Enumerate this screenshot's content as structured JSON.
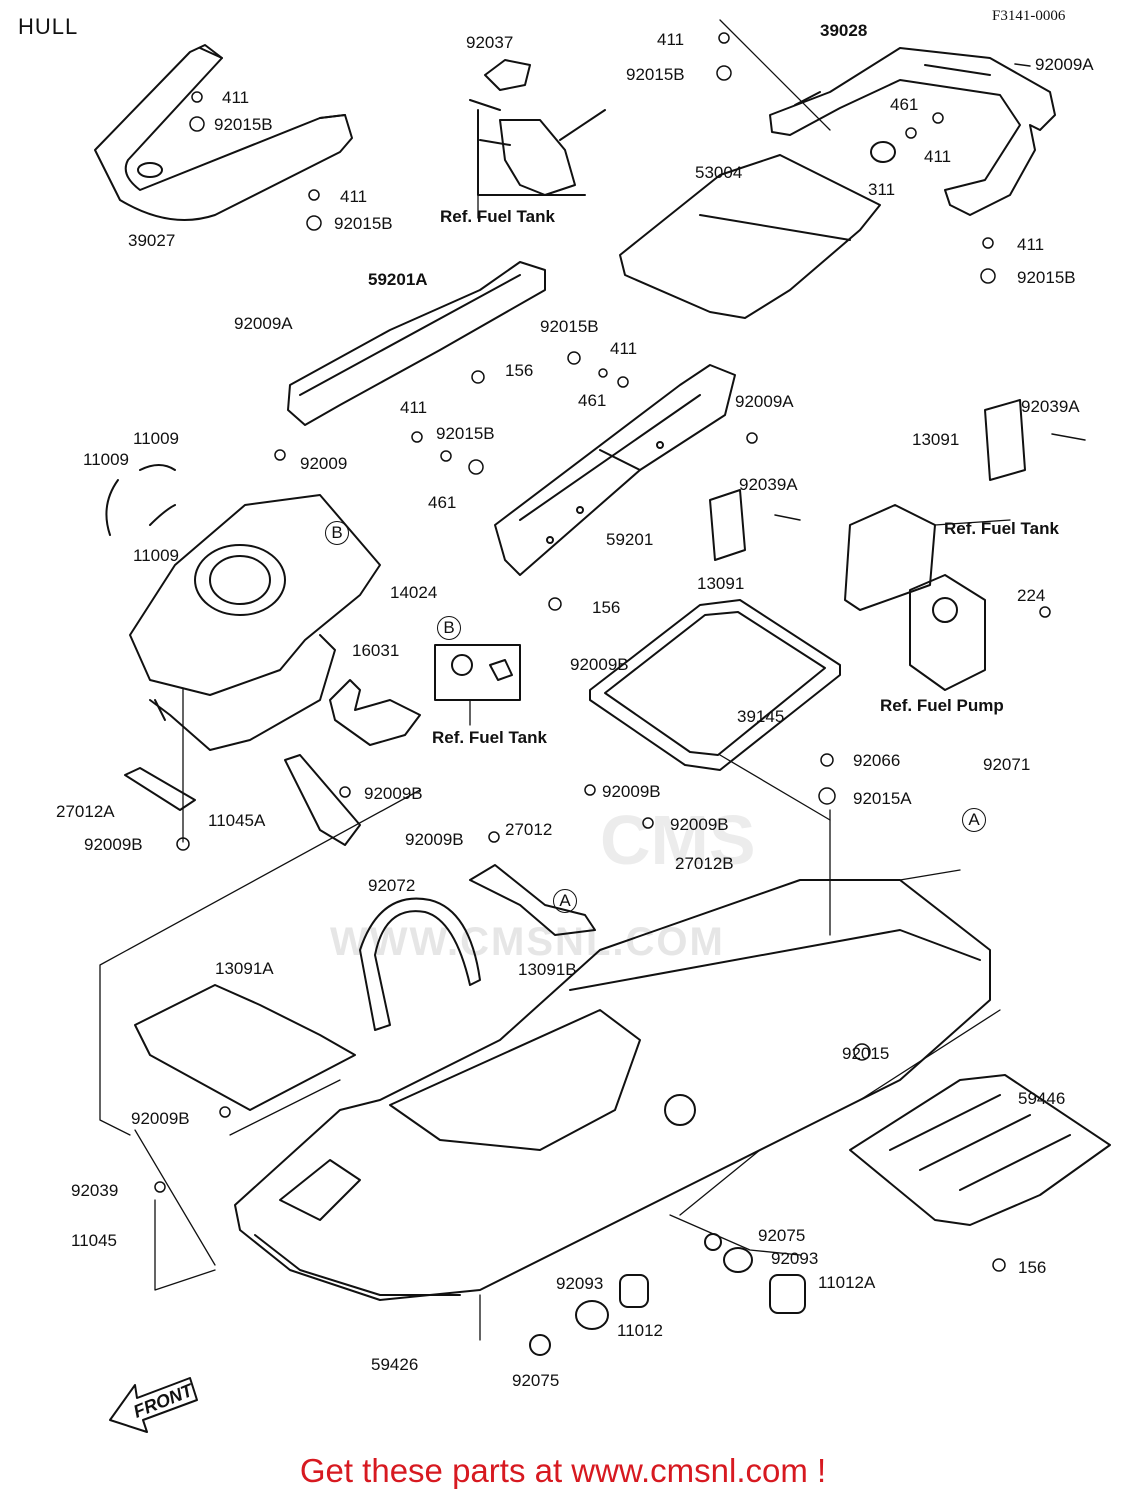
{
  "header": {
    "title": "HULL",
    "figure_code": "F3141-0006"
  },
  "footer": {
    "promo_text": "Get these parts at www.cmsnl.com !"
  },
  "watermark": {
    "site": "WWW.CMSNL.COM",
    "logo": "CMS"
  },
  "front_arrow": {
    "label": "FRONT"
  },
  "colors": {
    "line": "#111111",
    "promo": "#d71920",
    "watermark": "#e0e0e0"
  },
  "labels": {
    "l_39027": "39027",
    "l_411_a": "411",
    "l_92015B_a": "92015B",
    "l_411_b": "411",
    "l_92015B_b": "92015B",
    "l_92037": "92037",
    "l_ref_fuel_tank_a": "Ref. Fuel Tank",
    "l_411_c": "411",
    "l_92015B_c": "92015B",
    "l_39028": "39028",
    "l_92009A_a": "92009A",
    "l_461_a": "461",
    "l_411_d": "411",
    "l_311": "311",
    "l_53004": "53004",
    "l_411_e": "411",
    "l_92015B_d": "92015B",
    "l_59201A": "59201A",
    "l_92009A_b": "92009A",
    "l_156_a": "156",
    "l_411_f": "411",
    "l_92015B_e": "92015B",
    "l_411_g": "411",
    "l_461_b": "461",
    "l_92009A_c": "92009A",
    "l_92015B_f": "92015B",
    "l_461_c": "461",
    "l_59201": "59201",
    "l_156_b": "156",
    "l_92039A_a": "92039A",
    "l_13091_a": "13091",
    "l_92039A_b": "92039A",
    "l_13091_b": "13091",
    "l_ref_fuel_tank_b": "Ref. Fuel Tank",
    "l_224": "224",
    "l_ref_fuel_pump": "Ref. Fuel Pump",
    "l_11009_a": "11009",
    "l_11009_b": "11009",
    "l_11009_c": "11009",
    "l_92009_a": "92009",
    "l_14024": "14024",
    "l_16031": "16031",
    "l_92009B_a": "92009B",
    "l_ref_fuel_tank_c": "Ref. Fuel Tank",
    "l_39145": "39145",
    "l_92066": "92066",
    "l_92015A": "92015A",
    "l_92071": "92071",
    "l_27012A": "27012A",
    "l_92009B_b": "92009B",
    "l_11045A": "11045A",
    "l_92009B_c": "92009B",
    "l_92009B_d": "92009B",
    "l_92009B_e": "92009B",
    "l_27012": "27012",
    "l_92009B_f": "92009B",
    "l_27012B": "27012B",
    "l_92072": "92072",
    "l_13091B": "13091B",
    "l_13091A": "13091A",
    "l_92015": "92015",
    "l_92009B_g": "92009B",
    "l_59446": "59446",
    "l_92039": "92039",
    "l_11045": "11045",
    "l_92075_a": "92075",
    "l_92093_a": "92093",
    "l_11012A": "11012A",
    "l_92093_b": "92093",
    "l_11012": "11012",
    "l_156_c": "156",
    "l_59426": "59426",
    "l_92075_b": "92075",
    "ref_A_a": "A",
    "ref_A_b": "A",
    "ref_B_a": "B",
    "ref_B_b": "B"
  }
}
